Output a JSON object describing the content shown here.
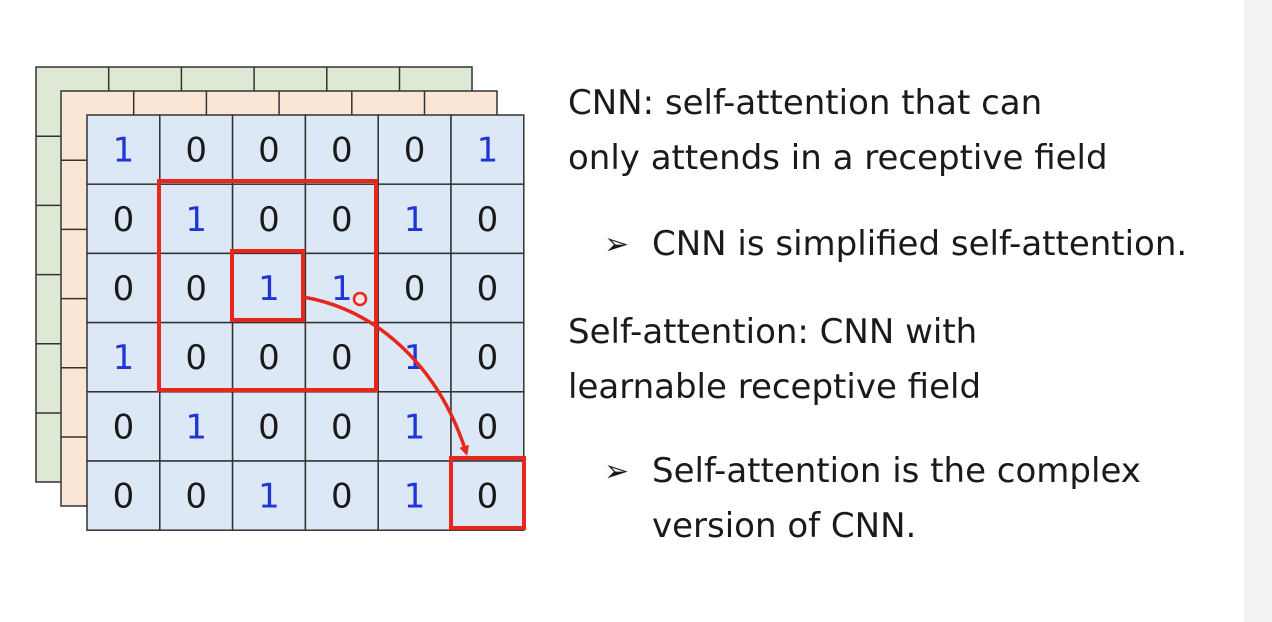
{
  "matrix": [
    [
      "1",
      "0",
      "0",
      "0",
      "0",
      "1"
    ],
    [
      "0",
      "1",
      "0",
      "0",
      "1",
      "0"
    ],
    [
      "0",
      "0",
      "1",
      "1",
      "0",
      "0"
    ],
    [
      "1",
      "0",
      "0",
      "0",
      "1",
      "0"
    ],
    [
      "0",
      "1",
      "0",
      "0",
      "1",
      "0"
    ],
    [
      "0",
      "0",
      "1",
      "0",
      "1",
      "0"
    ]
  ],
  "colors": {
    "one_digit": "#1f35d6",
    "zero_digit": "#1a1a1a",
    "front_cell": "#dce8f5",
    "middle_layer": "#fbe6d6",
    "back_layer": "#dde9d4",
    "grid_line": "#333333",
    "highlight": "#e8261c"
  },
  "text": {
    "cnn_definition_line1": "CNN: self-attention that can",
    "cnn_definition_line2": "only attends in a receptive field",
    "bullet1": "CNN is simplified self-attention.",
    "sa_definition_line1": "Self-attention: CNN with",
    "sa_definition_line2": "learnable receptive field",
    "bullet2_line1": "Self-attention is the complex",
    "bullet2_line2": "version of CNN.",
    "bullet_symbol": "➢"
  }
}
